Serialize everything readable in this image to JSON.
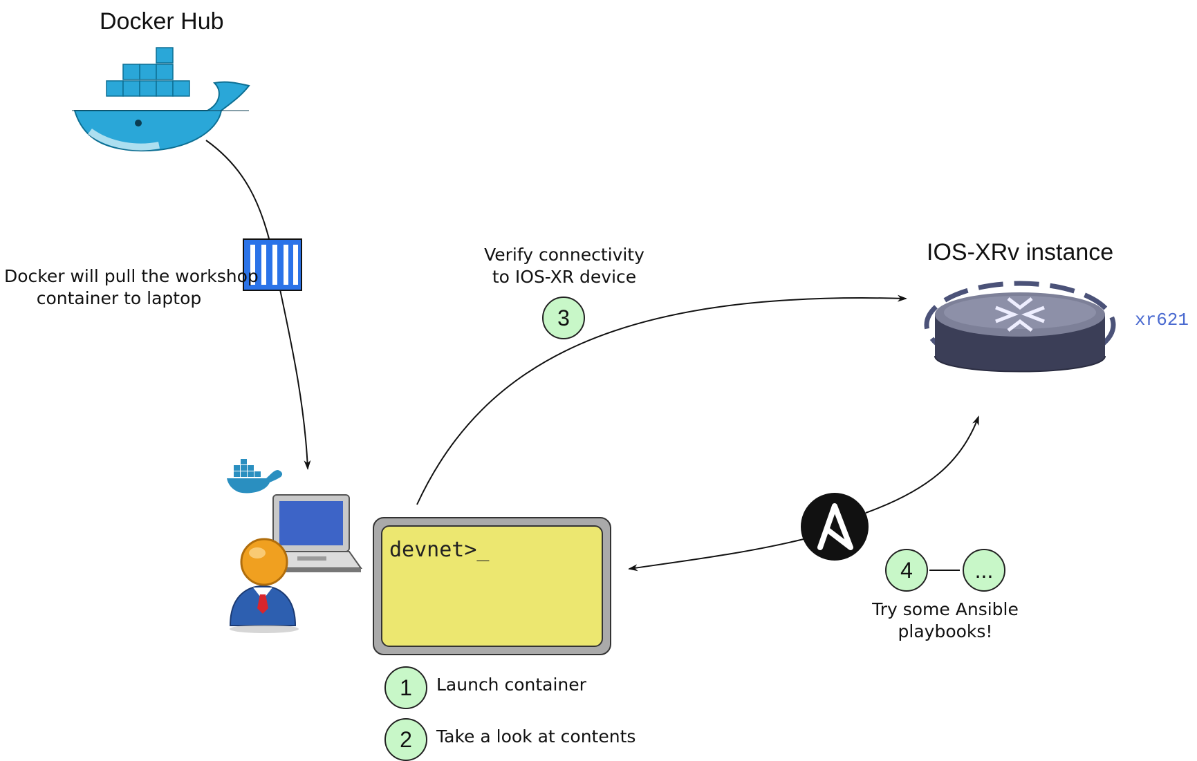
{
  "docker_hub": {
    "title": "Docker Hub"
  },
  "pull_note": {
    "line1": "Docker will pull the workshop",
    "line2": "container to laptop"
  },
  "verify_note": {
    "line1": "Verify connectivity",
    "line2": "to IOS-XR device"
  },
  "iosxr": {
    "title": "IOS-XRv instance",
    "device_name": "xr621"
  },
  "terminal": {
    "prompt": "devnet>_"
  },
  "steps": [
    {
      "number": "1",
      "label": "Launch container"
    },
    {
      "number": "2",
      "label": "Take a look at contents"
    },
    {
      "number": "3"
    },
    {
      "number": "4"
    },
    {
      "number": "..."
    }
  ],
  "ansible_note": {
    "line1": "Try some Ansible",
    "line2": "playbooks!"
  },
  "colors": {
    "step_fill": "#c8f7c8",
    "terminal_screen": "#ece770",
    "device_name": "#4a6ad0",
    "docker_blue": "#2aa7d8"
  }
}
